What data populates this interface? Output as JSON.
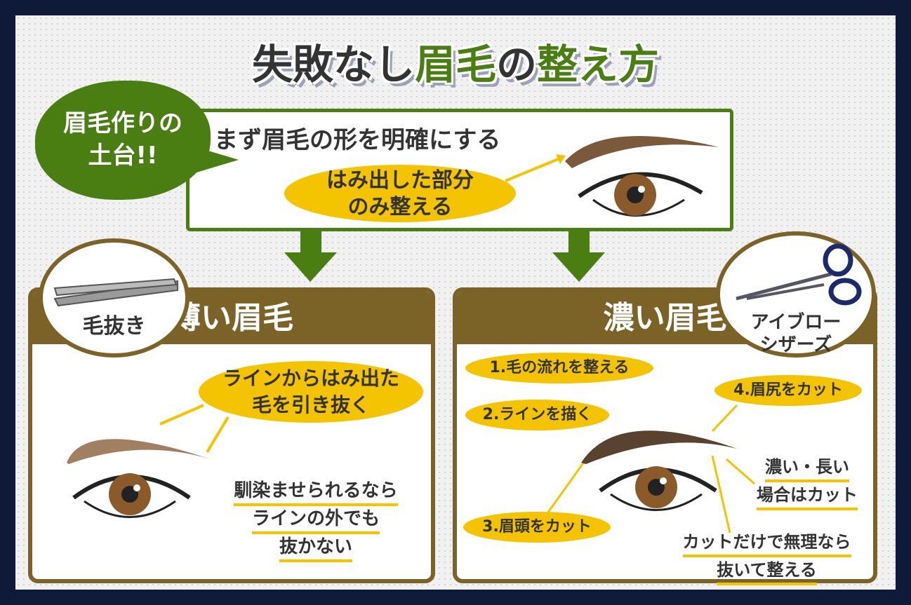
{
  "title": {
    "part1": "失敗なし",
    "part2": "眉毛",
    "part3": "の",
    "part4": "整え方"
  },
  "intro": {
    "bubble_line1": "眉毛作りの",
    "bubble_line2": "土台!!",
    "heading": "まず眉毛の形を明確にする",
    "pill_line1": "はみ出した部分",
    "pill_line2": "のみ整える"
  },
  "left": {
    "title": "薄い眉毛",
    "tool": "毛抜き",
    "callout_line1": "ラインからはみ出た",
    "callout_line2": "毛を引き抜く",
    "note_line1": "馴染ませられるなら",
    "note_line2": "ラインの外でも",
    "note_line3": "抜かない"
  },
  "right": {
    "title": "濃い眉毛",
    "tool_line1": "アイブロー",
    "tool_line2": "シザーズ",
    "step1": "1.毛の流れを整える",
    "step2": "2.ラインを描く",
    "step3": "3.眉頭をカット",
    "step4": "4.眉尻をカット",
    "note1_line1": "濃い・長い",
    "note1_line2": "場合はカット",
    "note2_line1": "カットだけで無理なら",
    "note2_line2": "抜いて整える"
  },
  "colors": {
    "green": "#4a7d12",
    "yellow": "#f5c400",
    "brown": "#7b6327",
    "navy": "#0f1a38"
  }
}
